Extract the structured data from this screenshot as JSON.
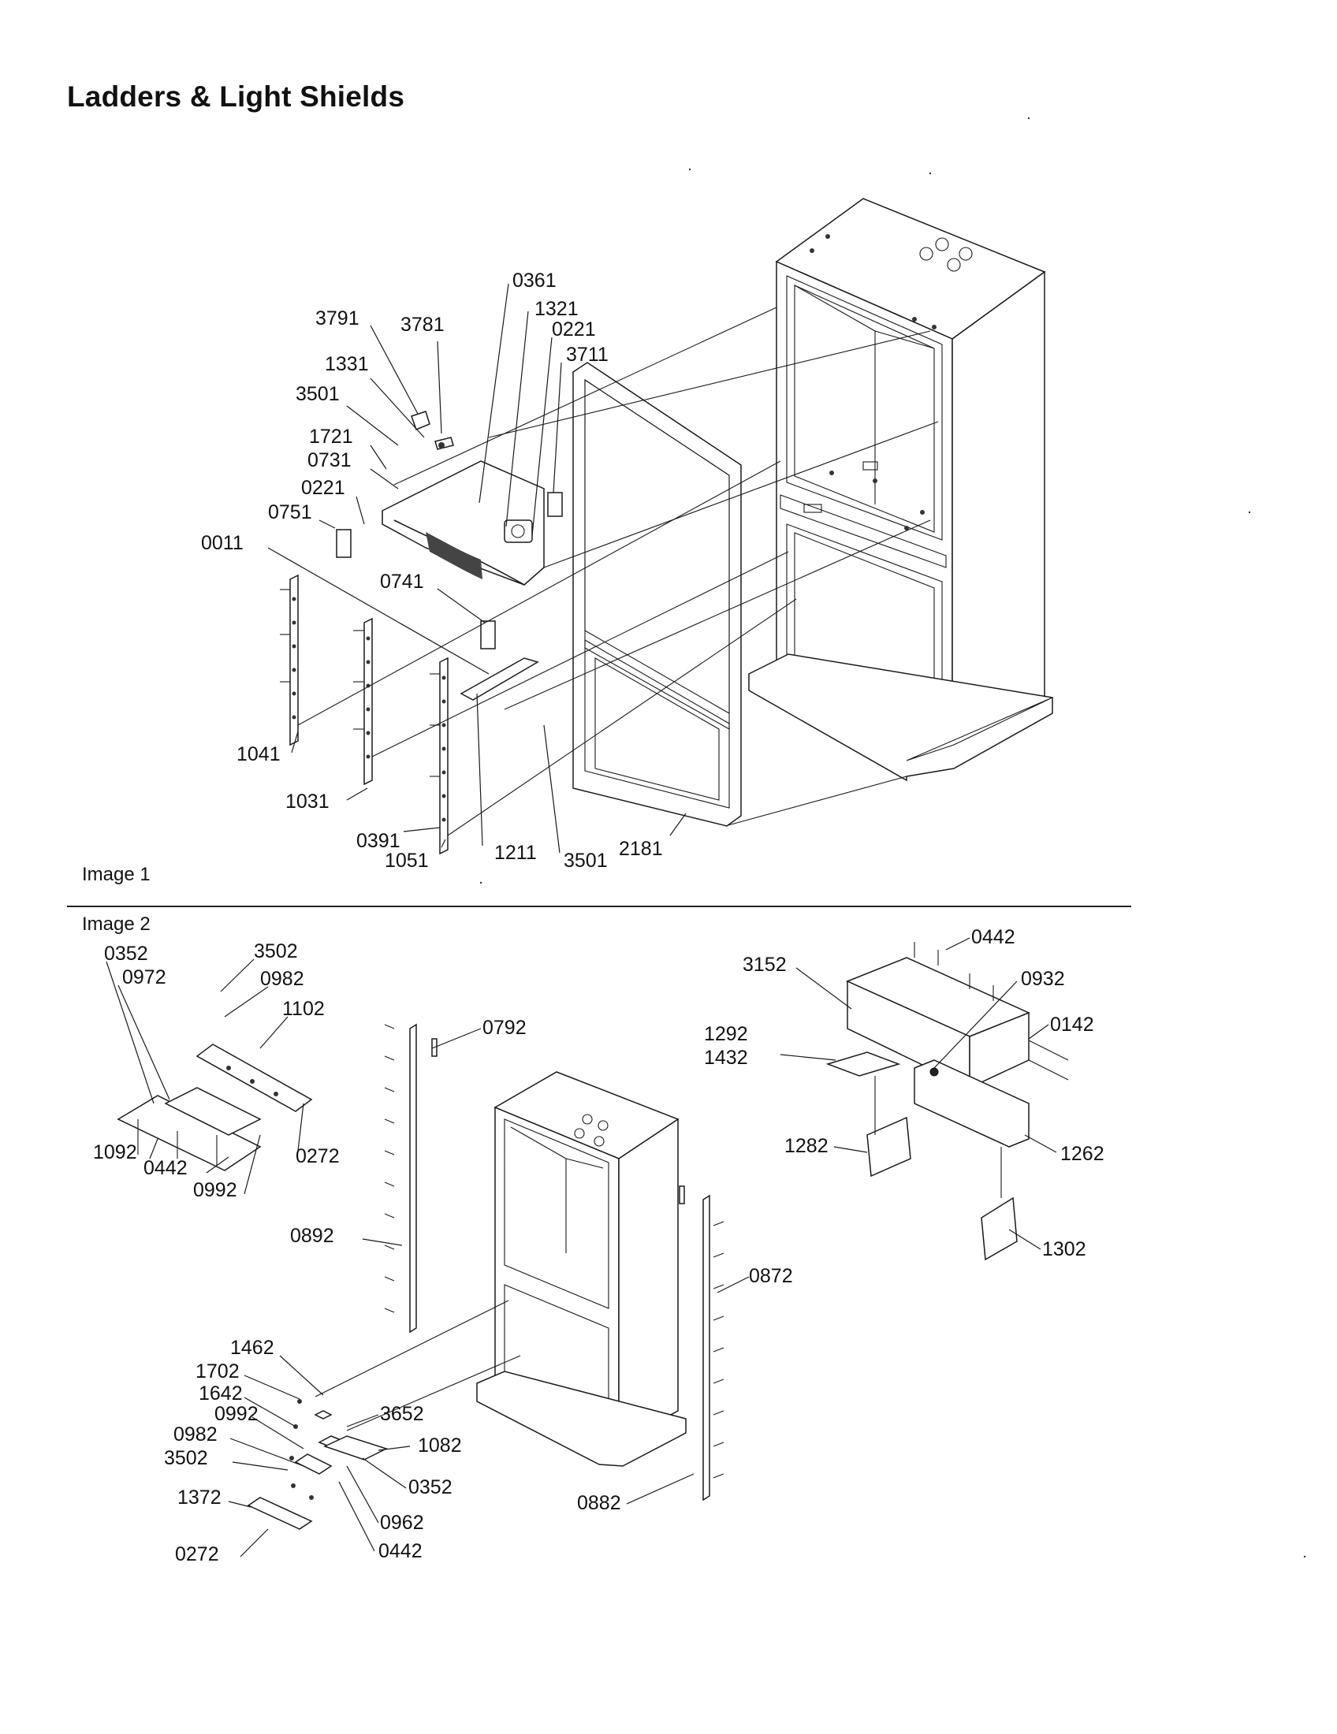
{
  "title": "Ladders & Light Shields",
  "sections": [
    {
      "label": "Image 1",
      "callouts": [
        "3791",
        "3781",
        "1331",
        "3501",
        "1721",
        "0731",
        "0221",
        "0751",
        "0011",
        "0361",
        "1321",
        "0221",
        "3711",
        "0741",
        "1041",
        "1031",
        "0391",
        "1051",
        "1211",
        "3501",
        "2181"
      ]
    },
    {
      "label": "Image 2",
      "callouts": [
        "0352",
        "0972",
        "3502",
        "0982",
        "1102",
        "1092",
        "0442",
        "0992",
        "0272",
        "0792",
        "0892",
        "0872",
        "1462",
        "1702",
        "1642",
        "0992",
        "0982",
        "3502",
        "1372",
        "0272",
        "3652",
        "1082",
        "0352",
        "0962",
        "0442",
        "0882",
        "0442",
        "3152",
        "0932",
        "0142",
        "1292",
        "1432",
        "1282",
        "1262",
        "1302"
      ]
    }
  ]
}
